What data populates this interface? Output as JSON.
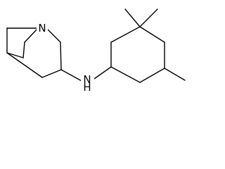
{
  "molecule": {
    "atoms": {
      "ring_nitrogen": "N",
      "amine_nitrogen": "N",
      "amine_hydrogen": "H"
    }
  },
  "colors": {
    "bond": "#000000",
    "background": "#ffffff"
  }
}
